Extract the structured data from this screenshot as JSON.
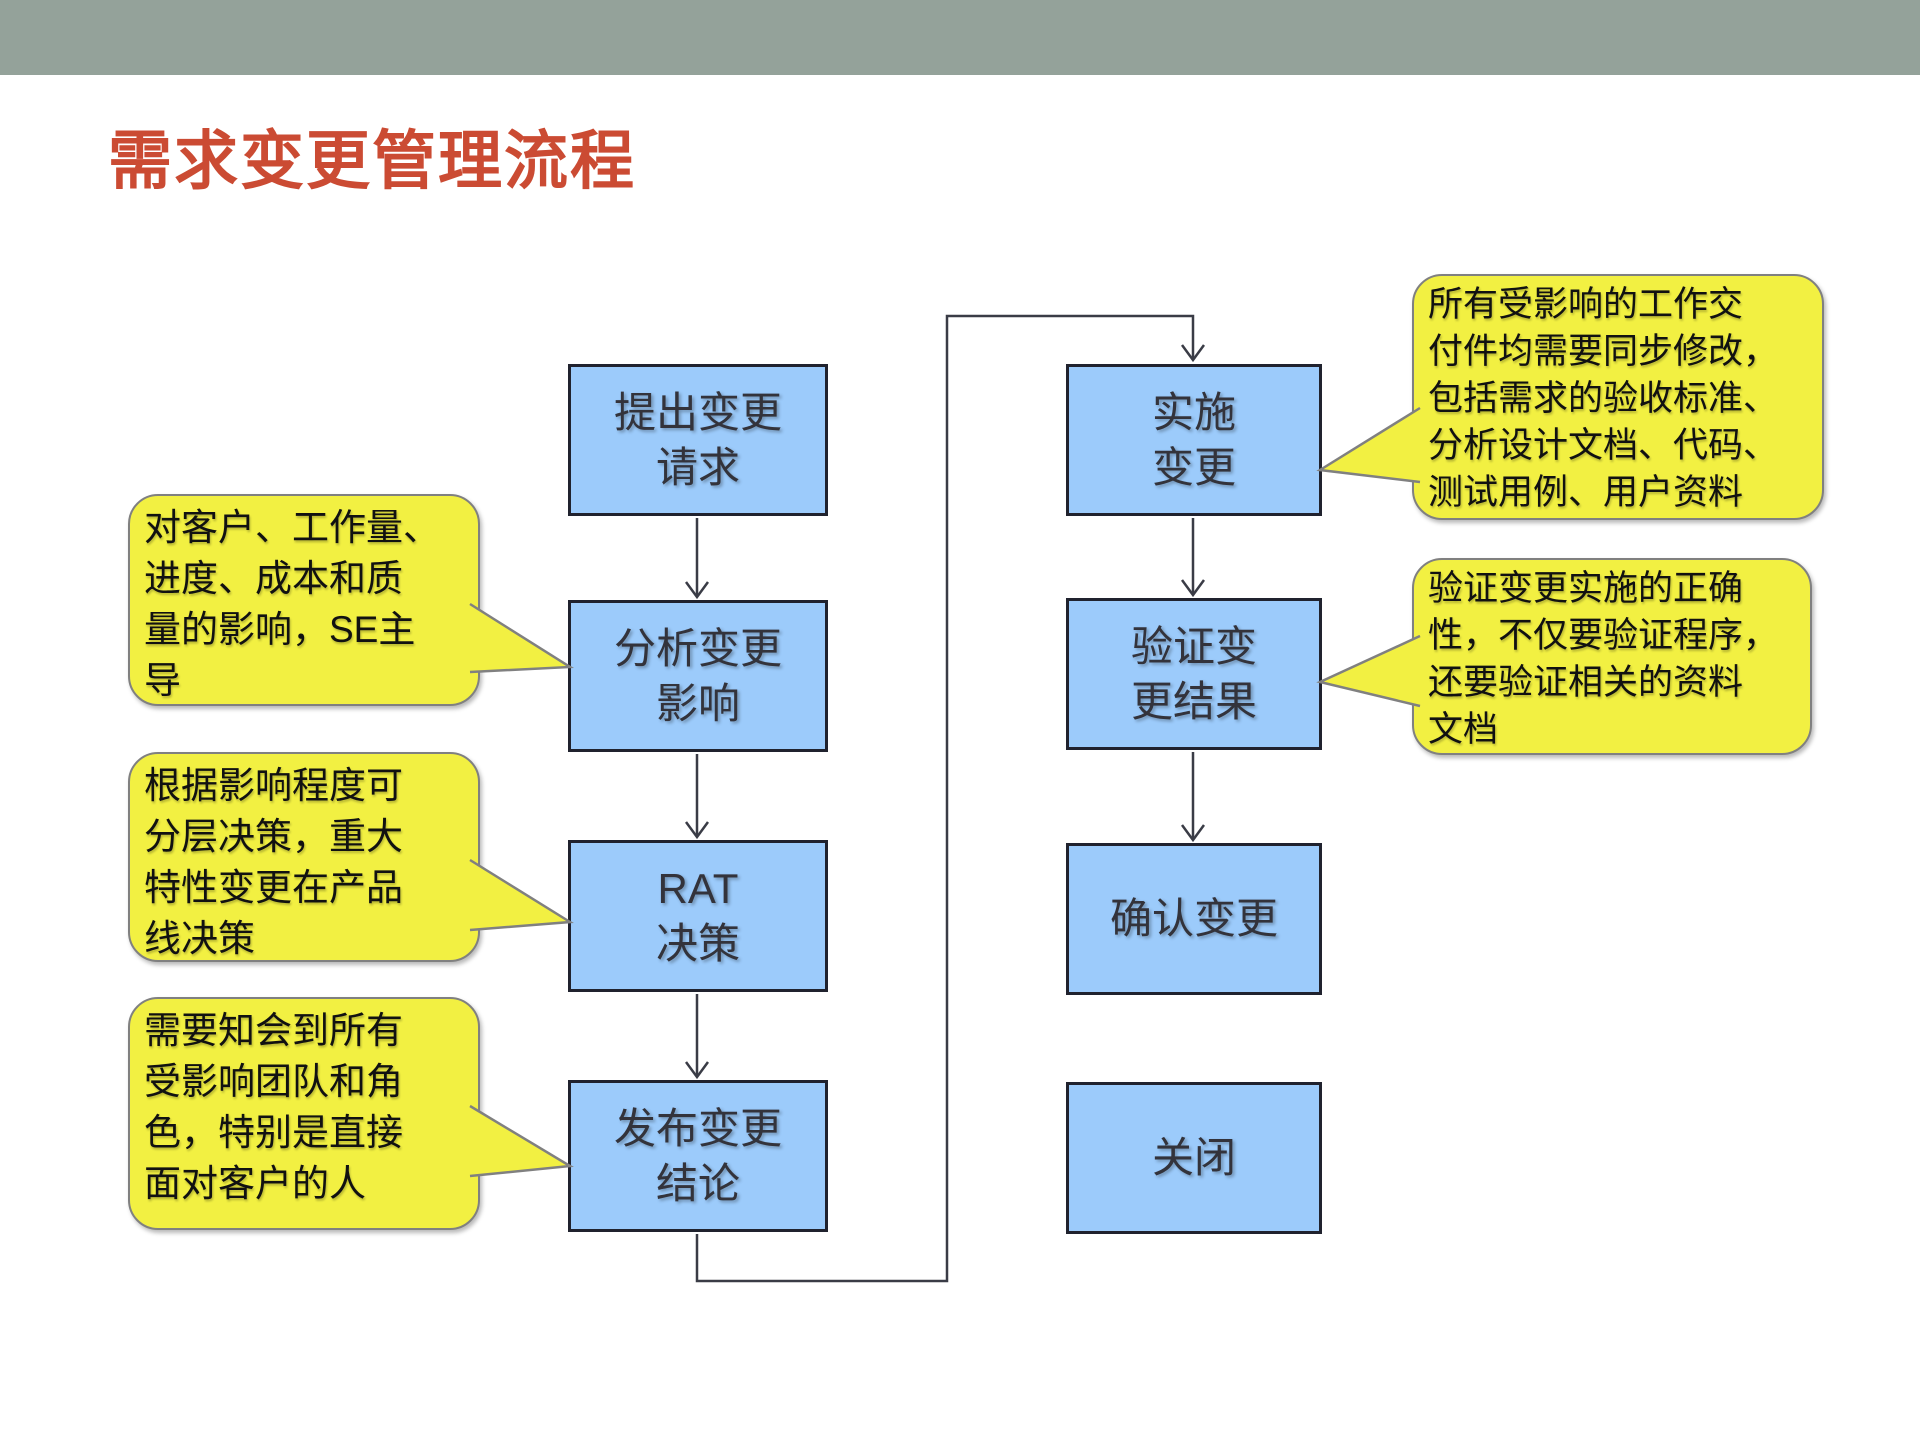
{
  "page": {
    "title": "需求变更管理流程"
  },
  "colors": {
    "header_bar": "#94A29A",
    "title": "#CB4B33",
    "box_fill": "#9CCBFB",
    "box_border": "#20222E",
    "box_text": "#33333B",
    "callout_fill": "#F2F042",
    "callout_border": "#808080",
    "callout_text": "#111111",
    "connector": "#3A3C46"
  },
  "flow": {
    "left_column": [
      {
        "label": "提出变更\n请求"
      },
      {
        "label": "分析变更\n影响"
      },
      {
        "label": "RAT\n决策"
      },
      {
        "label": "发布变更\n结论"
      }
    ],
    "right_column": [
      {
        "label": "实施\n变更"
      },
      {
        "label": "验证变\n更结果"
      },
      {
        "label": "确认变更"
      },
      {
        "label": "关闭"
      }
    ]
  },
  "callouts": [
    {
      "text": "对客户、工作量、\n进度、成本和质\n量的影响，SE主\n导"
    },
    {
      "text": "根据影响程度可\n分层决策，重大\n特性变更在产品\n线决策"
    },
    {
      "text": "需要知会到所有\n受影响团队和角\n色，特别是直接\n面对客户的人"
    },
    {
      "text": "所有受影响的工作交\n付件均需要同步修改，\n包括需求的验收标准、\n分析设计文档、代码、\n测试用例、用户资料"
    },
    {
      "text": "验证变更实施的正确\n性，不仅要验证程序，\n还要验证相关的资料\n文档"
    }
  ]
}
